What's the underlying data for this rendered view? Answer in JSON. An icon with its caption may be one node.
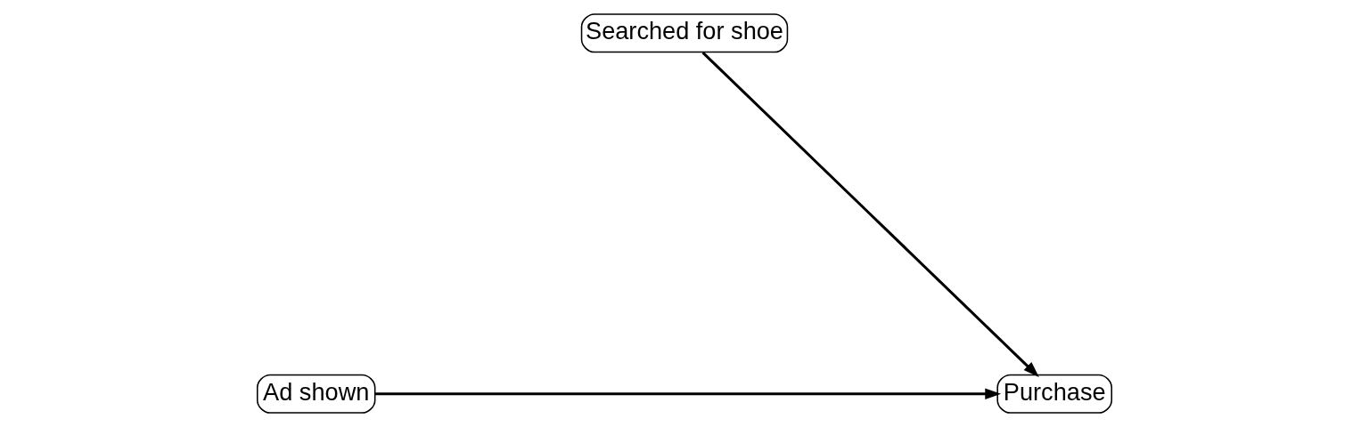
{
  "diagram": {
    "nodes": [
      {
        "text": [
          "Searched for shoe"
        ]
      },
      {
        "text": [
          "Ad shown"
        ]
      },
      {
        "text": [
          "Purchase"
        ]
      }
    ],
    "edges": [
      {
        "from": 1,
        "to": 2,
        "arrow": "to"
      },
      {
        "from": 0,
        "to": 2,
        "arrow": "to"
      }
    ]
  }
}
